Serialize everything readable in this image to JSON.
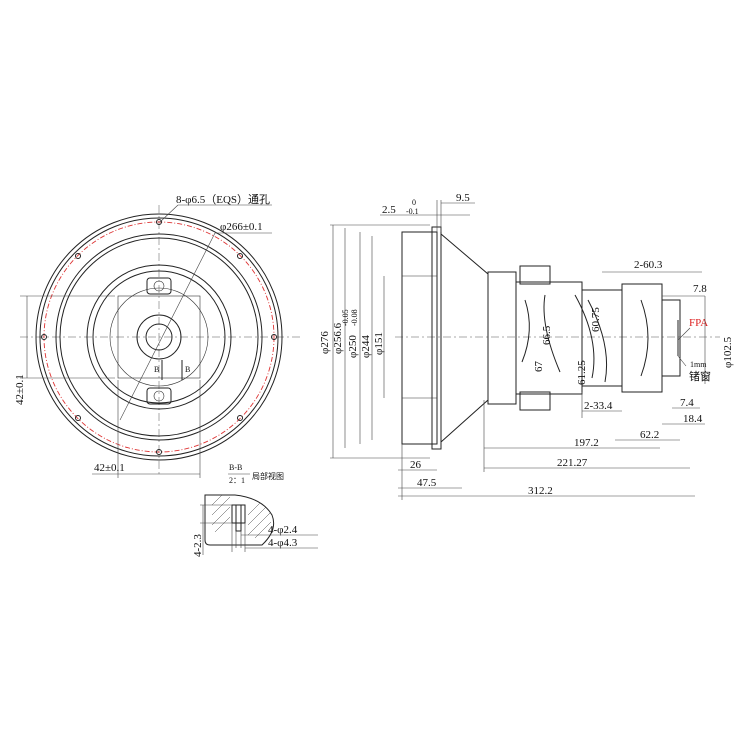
{
  "front_view": {
    "holes_label": "8-φ6.5（EQS）通孔",
    "pcd_label": "φ266±0.1",
    "vertical_dim": "42±0.1",
    "horizontal_dim": "42±0.1",
    "section_mark_left": "B",
    "section_mark_right": "B"
  },
  "detail_view": {
    "title": "B-B",
    "scale": "2：1",
    "caption": "局部视图",
    "depth_dim": "4-2.3",
    "inner_dia": "4-φ2.4",
    "outer_dia": "4-φ4.3"
  },
  "side_view": {
    "top_dim_a": "2.5",
    "tol_upper": "0",
    "tol_lower": "-0.1",
    "top_dim_b": "9.5",
    "dia_276": "φ276",
    "dia_256": "φ256.6",
    "dia_250": "φ250",
    "dia_250_tol_upper": "-0.05",
    "dia_250_tol_lower": "-0.08",
    "dia_244": "φ244",
    "dia_151": "φ151",
    "dim_66_5": "66.5",
    "dim_60_75": "60.75",
    "dim_67": "67",
    "dim_61_25": "61.25",
    "dim_2_60_3": "2-60.3",
    "dim_7_8": "7.8",
    "fpa_label": "FPA",
    "dia_102_5": "φ102.5",
    "window_label_1": "1mm",
    "window_label_2": "锗窗",
    "dim_2_33_4": "2-33.4",
    "dim_7_4": "7.4",
    "dim_18_4": "18.4",
    "dim_197_2": "197.2",
    "dim_62_2": "62.2",
    "dim_221_27": "221.27",
    "dim_26": "26",
    "dim_47_5": "47.5",
    "dim_312_2": "312.2"
  }
}
